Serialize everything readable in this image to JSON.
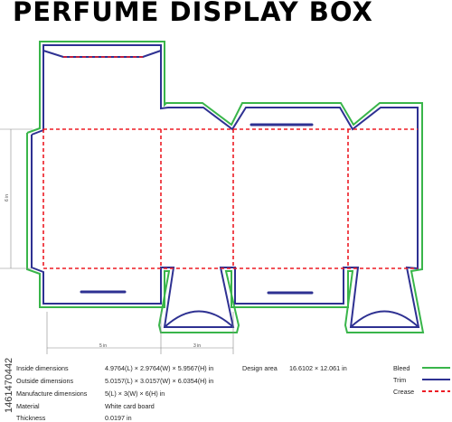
{
  "title": "PERFUME DISPLAY BOX",
  "stock_id": "1461470442",
  "dimension_labels": {
    "panel_width": "5 in",
    "side_width": "3 in",
    "height": "6 in"
  },
  "specs": [
    {
      "label": "Inside dimensions",
      "value": "4.9764(L) × 2.9764(W) × 5.9567(H) in"
    },
    {
      "label": "Outside dimensions",
      "value": "5.0157(L) × 3.0157(W) × 6.0354(H) in"
    },
    {
      "label": "Manufacture dimensions",
      "value": "5(L) × 3(W) × 6(H) in"
    },
    {
      "label": "Material",
      "value": "White card board"
    },
    {
      "label": "Thickness",
      "value": "0.0197 in"
    }
  ],
  "design_area": {
    "label": "Design area",
    "value": "16.6102 × 12.061 in"
  },
  "legend": [
    {
      "label": "Bleed",
      "color": "#39b54a",
      "style": "solid"
    },
    {
      "label": "Trim",
      "color": "#2e3192",
      "style": "solid"
    },
    {
      "label": "Crease",
      "color": "#ed1c24",
      "style": "dashed"
    }
  ]
}
